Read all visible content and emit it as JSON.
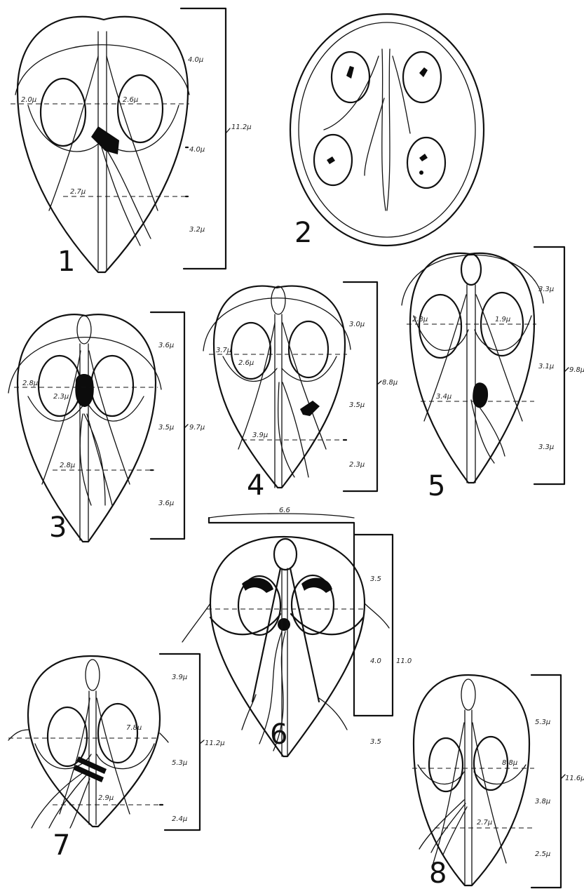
{
  "figures": [
    {
      "number": "1",
      "measures": [
        "4.0μ",
        "4.0μ",
        "3.2μ",
        "11.2μ",
        "2.0μ",
        "2.6μ",
        "2.7μ"
      ]
    },
    {
      "number": "2",
      "measures": []
    },
    {
      "number": "3",
      "measures": [
        "3.6μ",
        "3.5μ",
        "3.6μ",
        "9.7μ",
        "2.8μ",
        "2.3μ",
        "2.8μ"
      ]
    },
    {
      "number": "4",
      "measures": [
        "3.0μ",
        "3.5μ",
        "2.3μ",
        "8.8μ",
        "3.7μ",
        "2.6μ",
        "3.9μ"
      ]
    },
    {
      "number": "5",
      "measures": [
        "3.3μ",
        "3.1μ",
        "3.3μ",
        "9.8μ",
        "2.8μ",
        "1.9μ",
        "3.4μ"
      ]
    },
    {
      "number": "6",
      "measures": [
        "6.6",
        "3.5",
        "4.0",
        "3.5",
        "11.0"
      ]
    },
    {
      "number": "7",
      "measures": [
        "3.9μ",
        "5.3μ",
        "2.4μ",
        "11.2μ",
        "7.8μ",
        "2.9μ"
      ]
    },
    {
      "number": "8",
      "measures": [
        "5.3μ",
        "3.8μ",
        "2.5μ",
        "11.6μ",
        "8.8μ",
        "2.7μ"
      ]
    }
  ]
}
